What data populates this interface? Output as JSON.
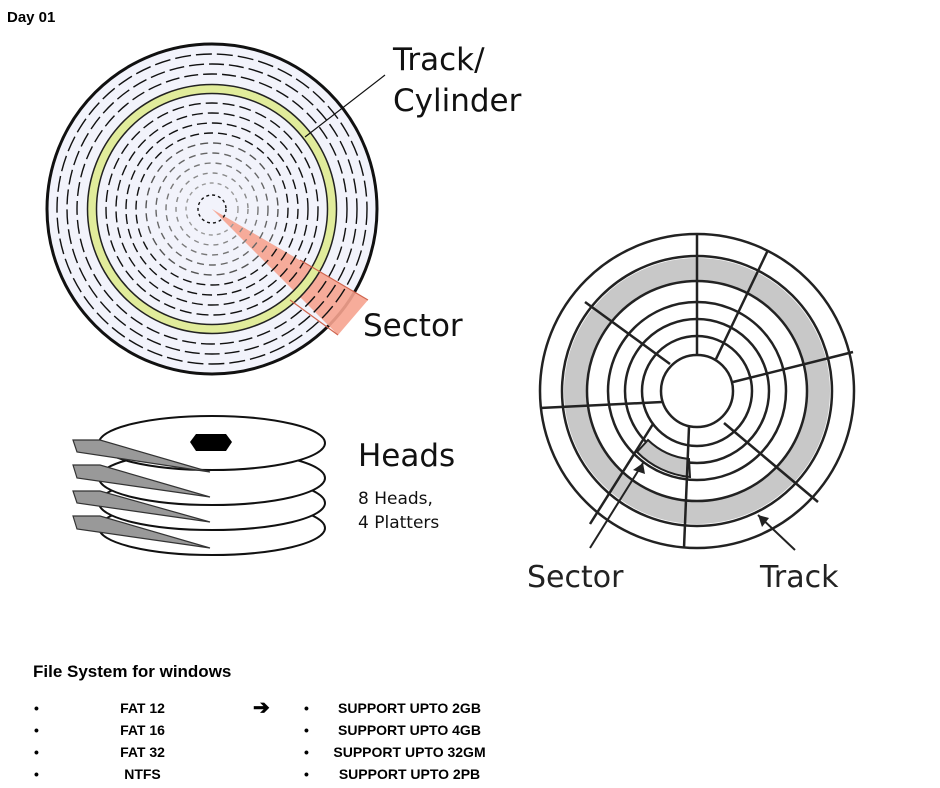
{
  "header": {
    "day": "Day 01"
  },
  "disk_diagram": {
    "track_label_line1": "Track/",
    "track_label_line2": "Cylinder",
    "sector_label": "Sector",
    "heads_label": "Heads",
    "heads_sub_line1": "8 Heads,",
    "heads_sub_line2": "4 Platters"
  },
  "pixel_diagram": {
    "sector_label": "Sector",
    "track_label": "Track"
  },
  "file_system": {
    "title": "File System for windows",
    "arrow": "➔",
    "systems": [
      "FAT 12",
      "FAT 16",
      "FAT 32",
      "NTFS"
    ],
    "supports": [
      "SUPPORT UPTO 2GB",
      "SUPPORT UPTO 4GB",
      "SUPPORT UPTO 32GM",
      "SUPPORT UPTO 2PB"
    ]
  },
  "colors": {
    "track_highlight": "#e4efa0",
    "sector_highlight": "#f4a08a",
    "hatched_track": "#cfcfcf"
  }
}
